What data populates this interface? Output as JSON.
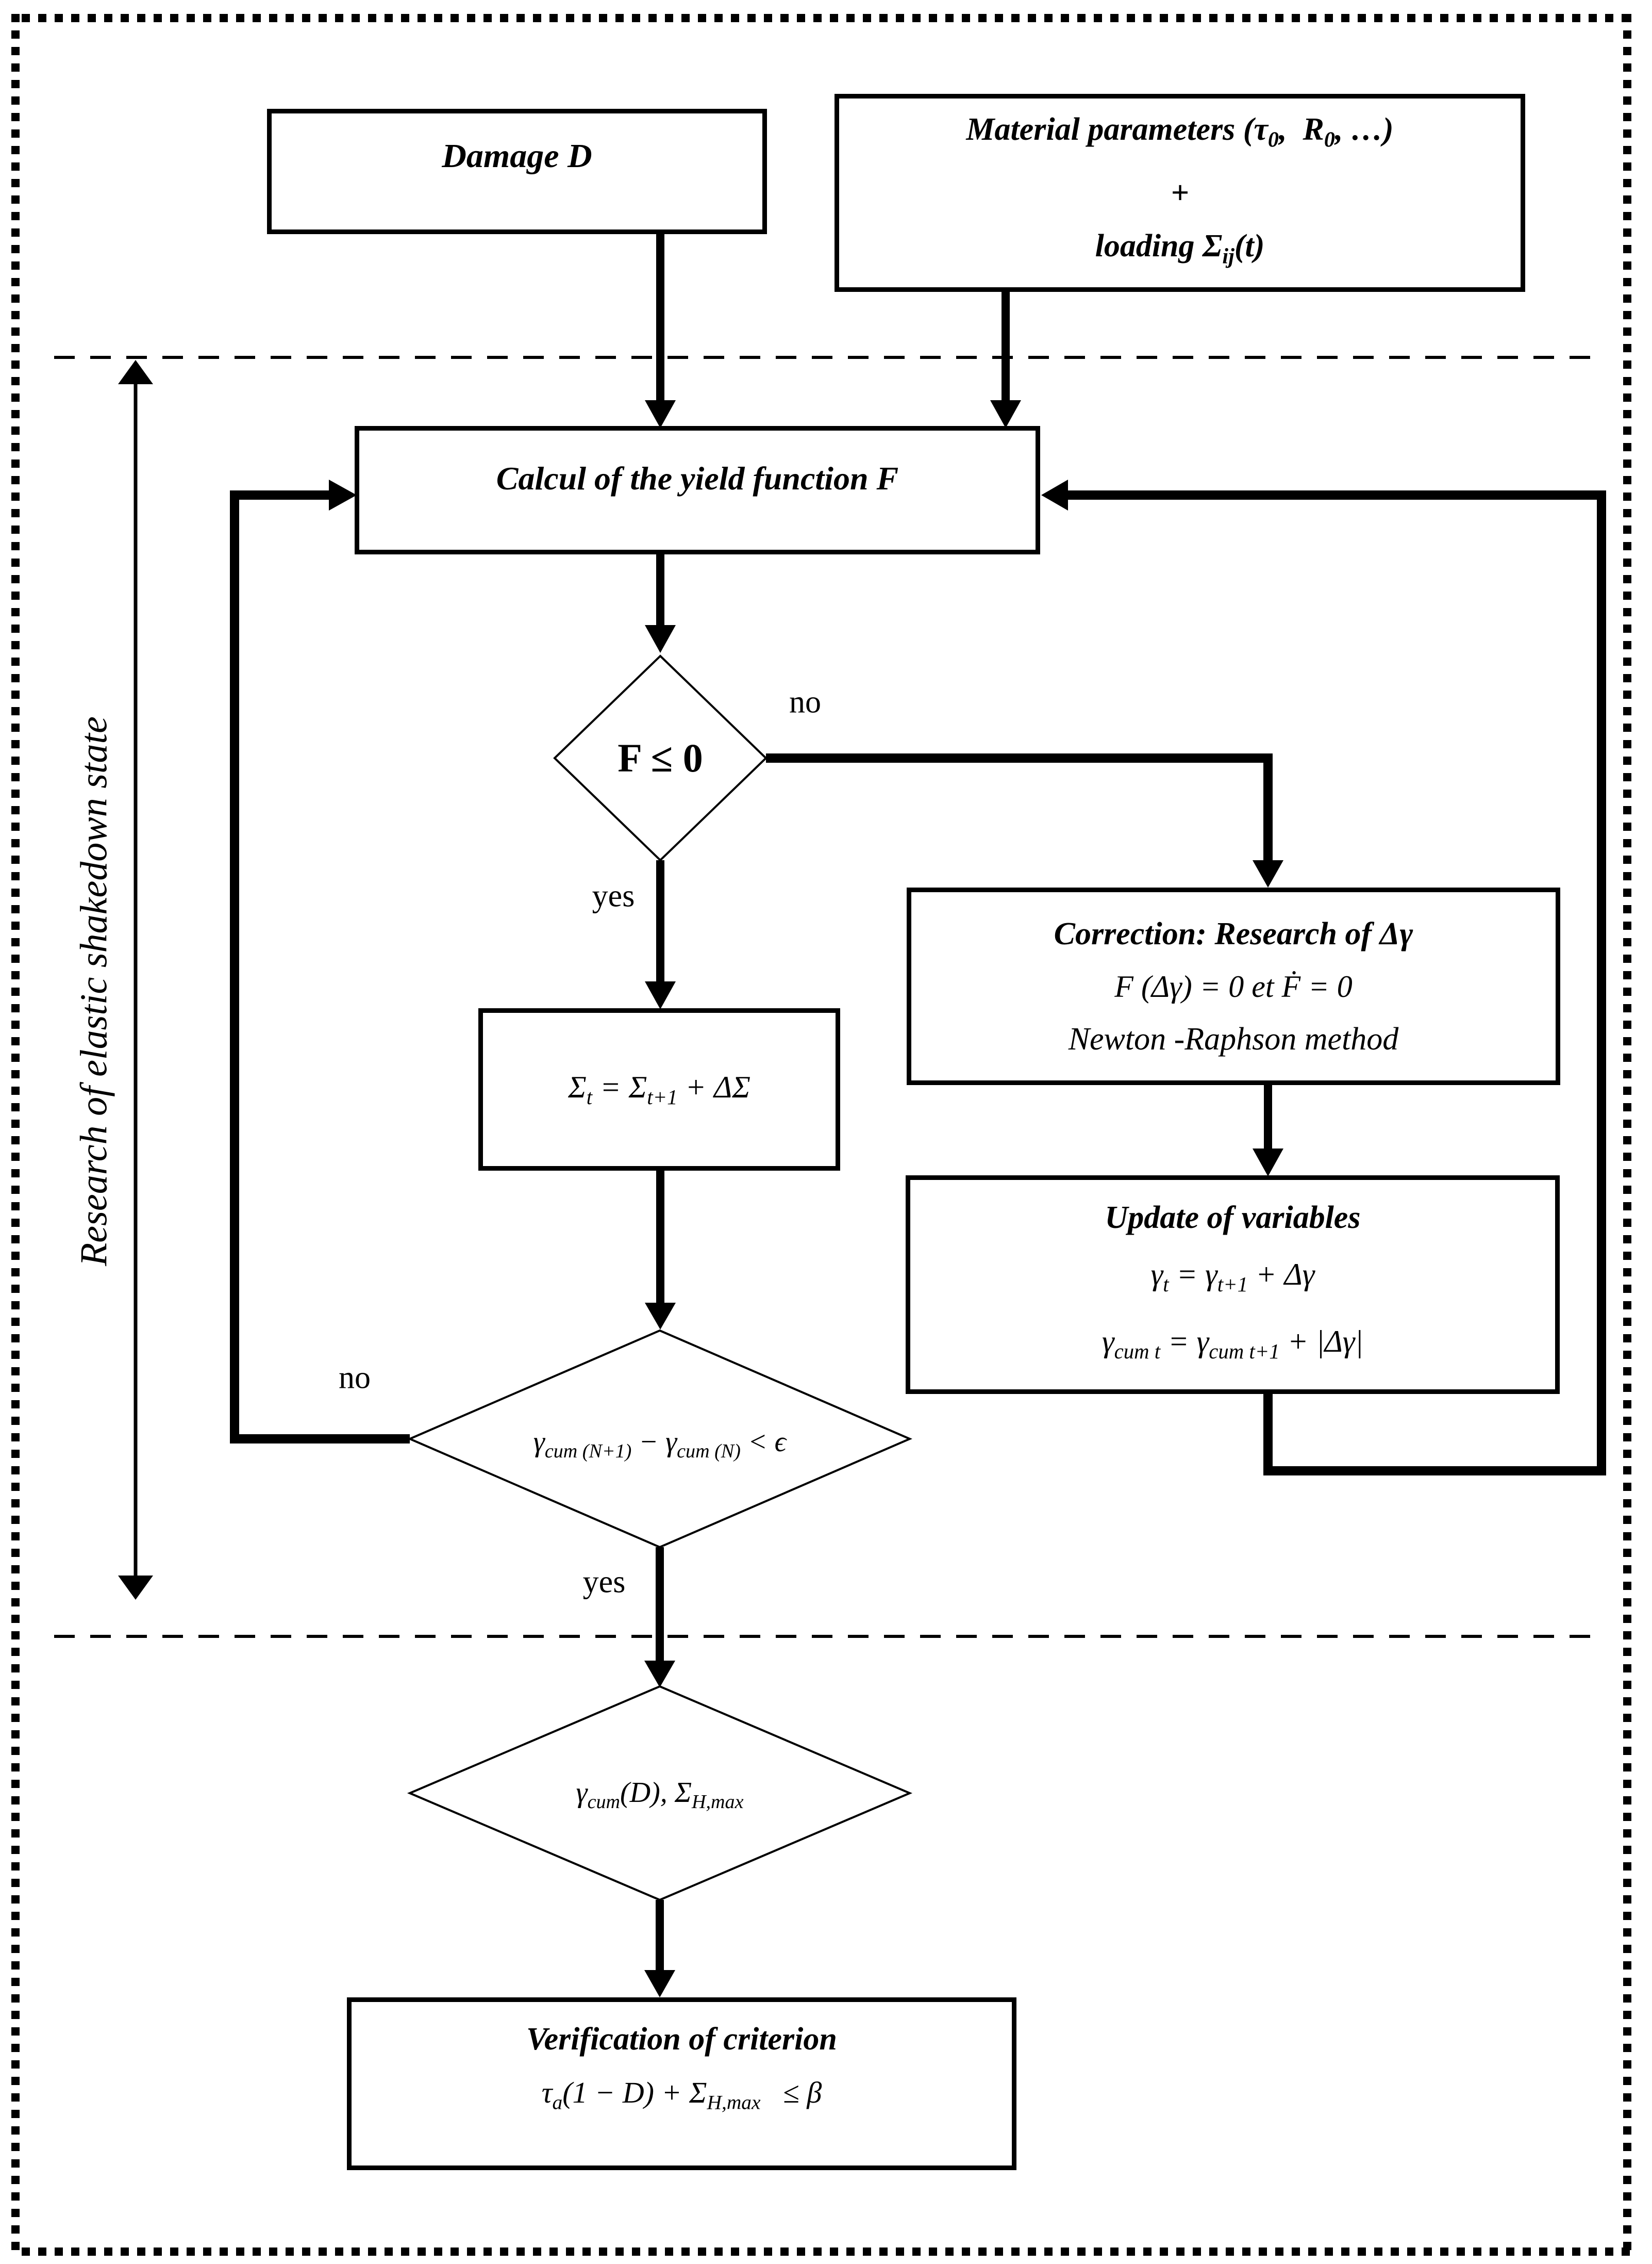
{
  "page": {
    "background": "#ffffff",
    "line_color": "#000000"
  },
  "side_annotation": {
    "label": "Research of elastic shakedown state"
  },
  "nodes": {
    "damage": {
      "label": "Damage D"
    },
    "material": {
      "line1_html": "Material parameters (τ<sub>0</sub>,&nbsp;&nbsp;R<sub>0</sub>, …)",
      "line2": "+",
      "line3_html": "loading Σ<sub>ij</sub>(t)"
    },
    "calcul": {
      "label": "Calcul of the yield function F"
    },
    "decision_f": {
      "label": "F ≤ 0"
    },
    "sigma": {
      "label_html": "Σ<sub>t</sub> = Σ<sub>t+1</sub> + ΔΣ"
    },
    "correction": {
      "title": "Correction: Research of Δγ",
      "line2_html": "F (Δγ) = 0 et  Ḟ = 0",
      "line3": "Newton -Raphson method"
    },
    "update": {
      "title": "Update of variables",
      "line2_html": "γ<sub>t</sub> = γ<sub>t+1</sub> + Δγ",
      "line3_html": "γ<sub>cum t</sub> = γ<sub>cum t+1</sub> + |Δγ|"
    },
    "decision_gamma": {
      "label_html": "γ<sub>cum (N+1)</sub> − γ<sub>cum (N)</sub> &lt; ϵ"
    },
    "output": {
      "label_html": "γ<sub>cum</sub>(D), Σ<sub>H,max</sub>"
    },
    "verification": {
      "title": "Verification  of criterion",
      "line2_html": "τ<sub>a</sub>(1 − D) + Σ<sub>H,max</sub>&nbsp;&nbsp; ≤ β"
    }
  },
  "branch_labels": {
    "no1": "no",
    "yes1": "yes",
    "no2": "no",
    "yes2": "yes"
  }
}
